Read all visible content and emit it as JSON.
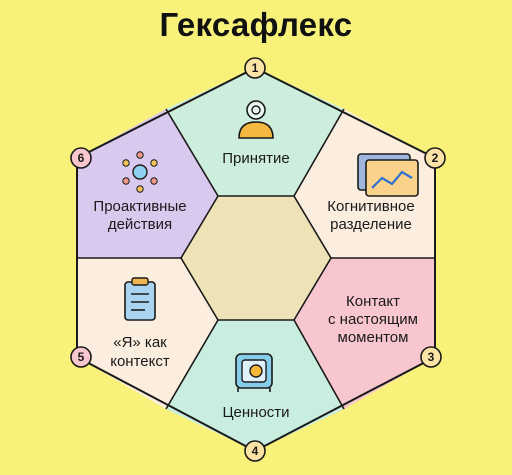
{
  "title": "Гексафлекс",
  "colors": {
    "background": "#f8f27a",
    "center": "#ede3b6",
    "seg_acceptance": "#cdeedd",
    "seg_defusion": "#fbeede",
    "seg_contact": "#f8c6cf",
    "seg_values": "#c9eee0",
    "seg_self": "#fbeede",
    "seg_action": "#d9c9ee",
    "badge": "#fbe4a6",
    "badge_pink": "#f8c6cf"
  },
  "segments": [
    {
      "number": "1",
      "lines": [
        "Принятие"
      ],
      "icon": "person-icon"
    },
    {
      "number": "2",
      "lines": [
        "Когнитивное",
        "разделение"
      ],
      "icon": "chart-icon"
    },
    {
      "number": "3",
      "lines": [
        "Контакт",
        "с настоящим",
        "моментом"
      ],
      "icon": ""
    },
    {
      "number": "4",
      "lines": [
        "Ценности"
      ],
      "icon": "safe-icon"
    },
    {
      "number": "5",
      "lines": [
        "«Я» как",
        "контекст"
      ],
      "icon": "clipboard-icon"
    },
    {
      "number": "6",
      "lines": [
        "Проактивные",
        "действия"
      ],
      "icon": "sparkle-icon"
    }
  ]
}
